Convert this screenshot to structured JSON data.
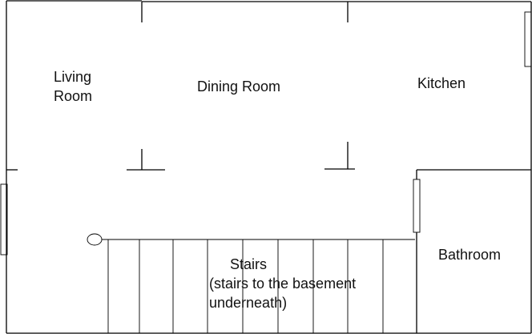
{
  "rooms": {
    "living_room": [
      "Living",
      "Room"
    ],
    "dining_room": "Dining Room",
    "kitchen": "Kitchen",
    "bathroom": "Bathroom",
    "stairs": {
      "title": "Stairs",
      "note_line1": "(stairs to the basement",
      "note_line2": "underneath)"
    }
  },
  "colors": {
    "line": "#000000",
    "background": "#ffffff"
  }
}
